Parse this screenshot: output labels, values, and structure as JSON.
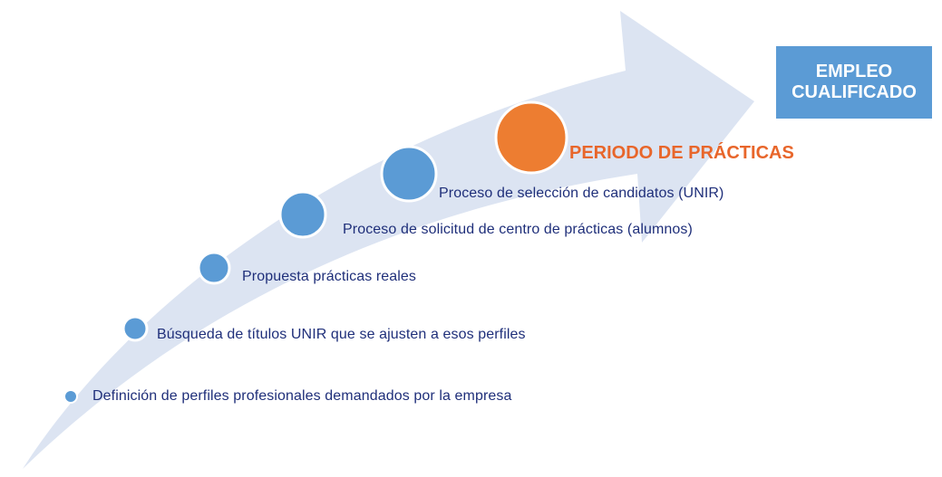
{
  "diagram": {
    "colors": {
      "arrow_fill": "#dce4f2",
      "step_circle": "#5b9bd5",
      "highlight_circle": "#ed7d31",
      "highlight_text": "#e8662b",
      "step_text": "#1f2f7a",
      "goal_box": "#5b9bd5"
    },
    "steps": [
      {
        "label": "Definición de perfiles profesionales demandados por la empresa"
      },
      {
        "label": "Búsqueda de títulos UNIR que se ajusten a esos perfiles"
      },
      {
        "label": "Propuesta prácticas reales"
      },
      {
        "label": "Proceso de solicitud de centro de prácticas (alumnos)"
      },
      {
        "label": "Proceso de selección de candidatos (UNIR)"
      }
    ],
    "highlight": {
      "label": "PERIODO DE PRÁCTICAS"
    },
    "goal": {
      "line1": "EMPLEO",
      "line2": "CUALIFICADO"
    }
  }
}
